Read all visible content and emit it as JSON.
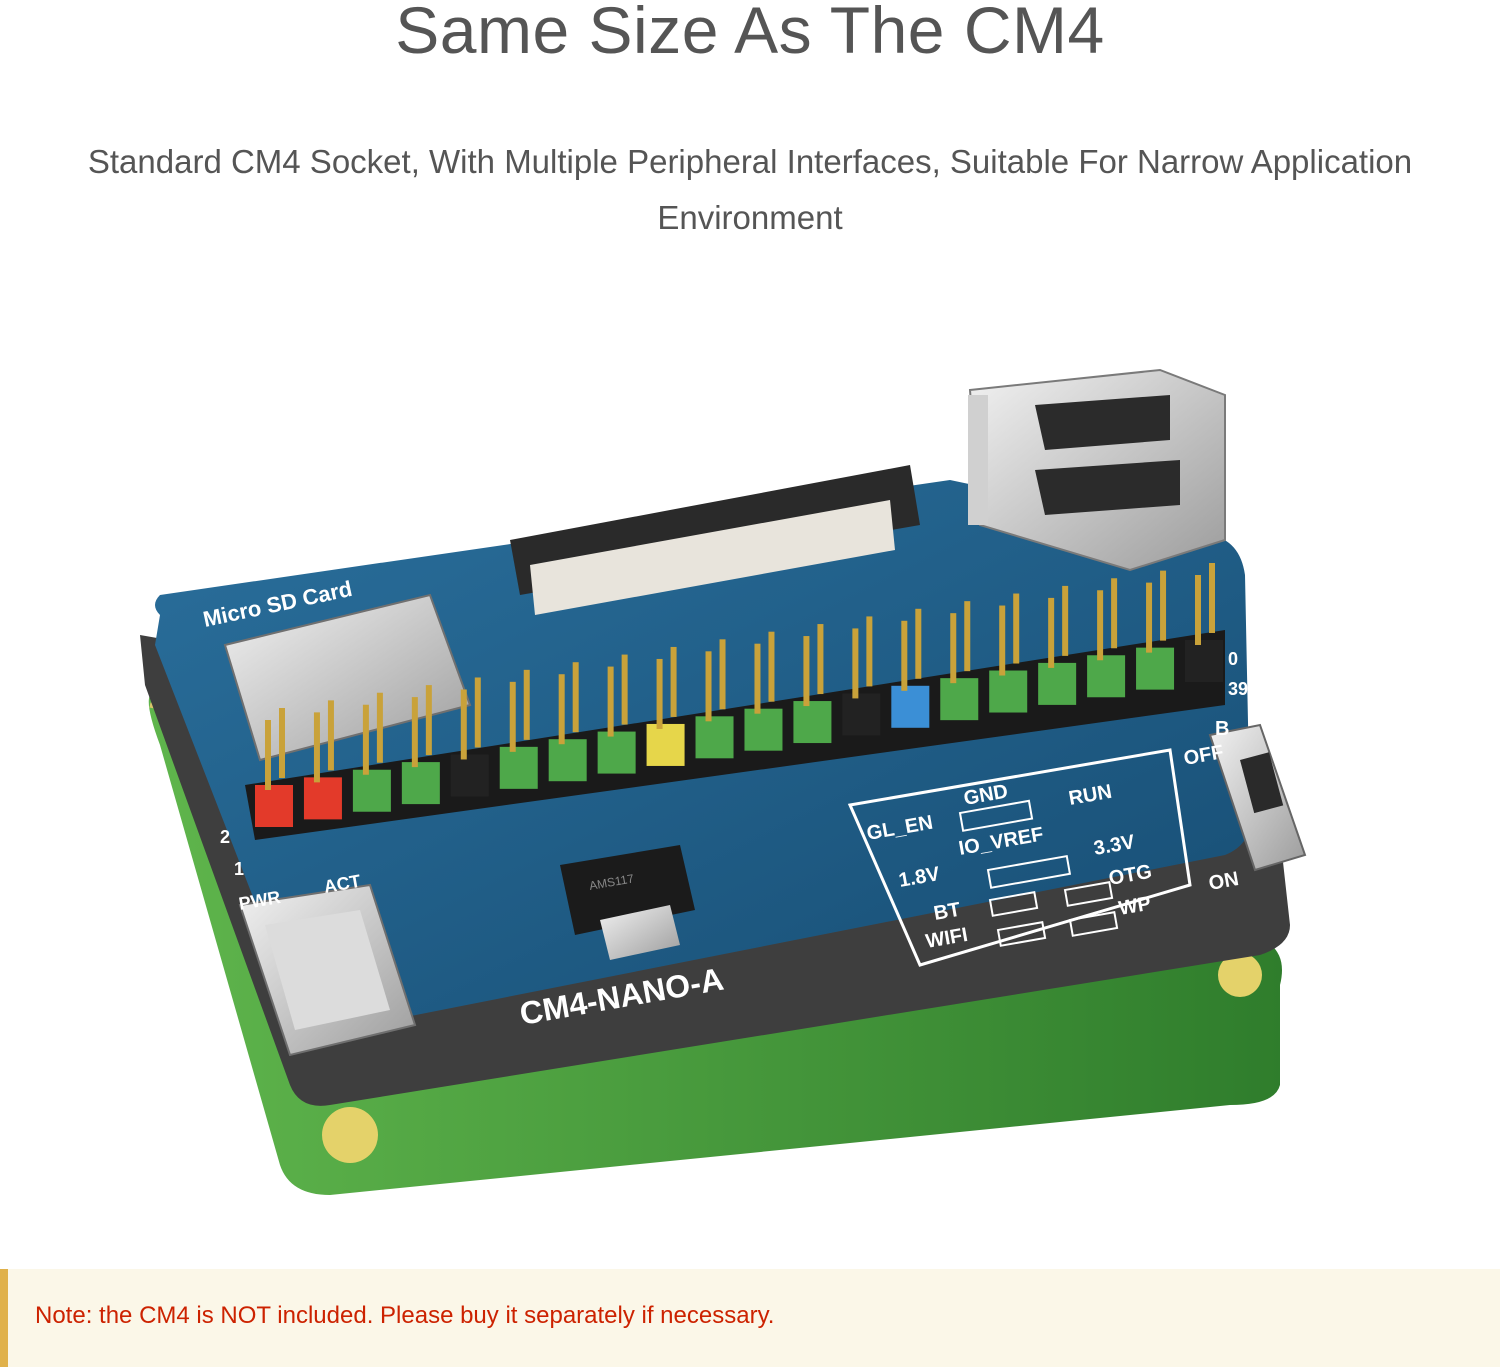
{
  "heading": {
    "title": "Same Size As The CM4",
    "subtitle": "Standard CM4 Socket, With Multiple Peripheral Interfaces, Suitable For Narrow Application Environment"
  },
  "product": {
    "board_name": "CM4-NANO-A",
    "labels": {
      "micro_sd": "Micro SD Card",
      "gnd": "GND",
      "run": "RUN",
      "gl_en": "GL_EN",
      "io_vref": "IO_VREF",
      "v33": "3.3V",
      "v18": "1.8V",
      "otg": "OTG",
      "bt": "BT",
      "wp": "WP",
      "wifi": "WIFI",
      "pwr": "PWR",
      "act": "ACT",
      "off": "OFF",
      "on": "ON",
      "pin2": "2",
      "pin1": "1",
      "pin39": "39",
      "pin40": "0",
      "boot": "B",
      "chip": "AMS117"
    },
    "colors": {
      "pcb": "#1f5f8a",
      "pcb_edge": "#3d3d3d",
      "base_board": "#3f9a3a",
      "silkscreen": "#ffffff",
      "pin_gold": "#c9a23a"
    }
  },
  "note": {
    "text": "Note: the CM4 is NOT included. Please buy it separately if necessary."
  }
}
